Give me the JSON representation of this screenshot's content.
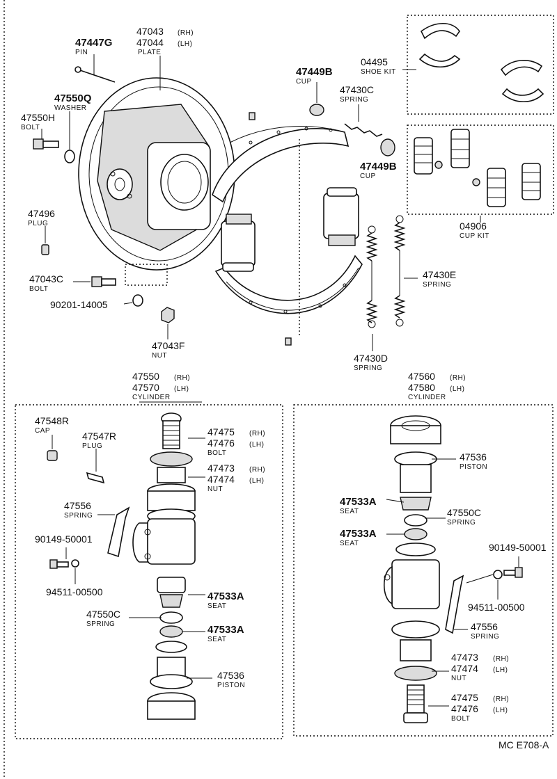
{
  "drawing_code": "MC E708-A",
  "labels": {
    "l47447g": {
      "num": "47447G",
      "name": "PIN"
    },
    "l47043": {
      "num1": "47043",
      "side1": "(RH)",
      "num2": "47044",
      "side2": "(LH)",
      "name": "PLATE"
    },
    "l47550q": {
      "num": "47550Q",
      "name": "WASHER"
    },
    "l47550h": {
      "num": "47550H",
      "name": "BOLT"
    },
    "l47496": {
      "num": "47496",
      "name": "PLUG"
    },
    "l47043c": {
      "num": "47043C",
      "name": "BOLT"
    },
    "l90201": {
      "num": "90201-14005"
    },
    "l47043f": {
      "num": "47043F",
      "name": "NUT"
    },
    "l47449b_top": {
      "num": "47449B",
      "name": "CUP"
    },
    "l47430c": {
      "num": "47430C",
      "name": "SPRING"
    },
    "l47449b_mid": {
      "num": "47449B",
      "name": "CUP"
    },
    "l04495": {
      "num": "04495",
      "name": "SHOE KIT"
    },
    "l04906": {
      "num": "04906",
      "name": "CUP KIT"
    },
    "l47430e": {
      "num": "47430E",
      "name": "SPRING"
    },
    "l47430d": {
      "num": "47430D",
      "name": "SPRING"
    },
    "cyl_left": {
      "num1": "47550",
      "side1": "(RH)",
      "num2": "47570",
      "side2": "(LH)",
      "name": "CYLINDER"
    },
    "cyl_right": {
      "num1": "47560",
      "side1": "(RH)",
      "num2": "47580",
      "side2": "(LH)",
      "name": "CYLINDER"
    },
    "L_47548r": {
      "num": "47548R",
      "name": "CAP"
    },
    "L_47547r": {
      "num": "47547R",
      "name": "PLUG"
    },
    "L_47556": {
      "num": "47556",
      "name": "SPRING"
    },
    "L_90149": {
      "num": "90149-50001"
    },
    "L_94511": {
      "num": "94511-00500"
    },
    "L_47475": {
      "num1": "47475",
      "side1": "(RH)",
      "num2": "47476",
      "side2": "(LH)",
      "name": "BOLT"
    },
    "L_47473": {
      "num1": "47473",
      "side1": "(RH)",
      "num2": "47474",
      "side2": "(LH)",
      "name": "NUT"
    },
    "L_47533a_1": {
      "num": "47533A",
      "name": "SEAT"
    },
    "L_47550c": {
      "num": "47550C",
      "name": "SPRING"
    },
    "L_47533a_2": {
      "num": "47533A",
      "name": "SEAT"
    },
    "L_47536": {
      "num": "47536",
      "name": "PISTON"
    },
    "R_47536": {
      "num": "47536",
      "name": "PISTON"
    },
    "R_47533a_1": {
      "num": "47533A",
      "name": "SEAT"
    },
    "R_47550c": {
      "num": "47550C",
      "name": "SPRING"
    },
    "R_47533a_2": {
      "num": "47533A",
      "name": "SEAT"
    },
    "R_90149": {
      "num": "90149-50001"
    },
    "R_94511": {
      "num": "94511-00500"
    },
    "R_47556": {
      "num": "47556",
      "name": "SPRING"
    },
    "R_47473": {
      "num1": "47473",
      "side1": "(RH)",
      "num2": "47474",
      "side2": "(LH)",
      "name": "NUT"
    },
    "R_47475": {
      "num1": "47475",
      "side1": "(RH)",
      "num2": "47476",
      "side2": "(LH)",
      "name": "BOLT"
    }
  }
}
